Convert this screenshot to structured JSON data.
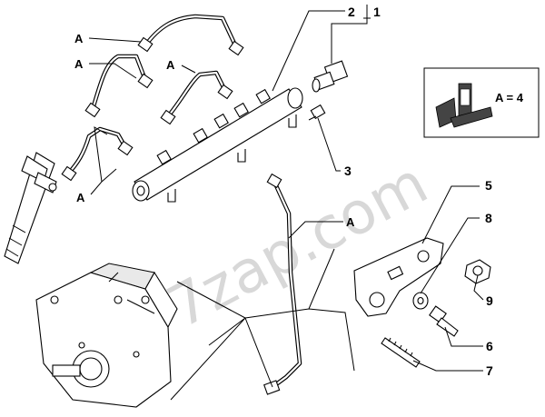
{
  "diagram": {
    "watermark": "7zap.com",
    "callouts": {
      "a1": "A",
      "a2": "A",
      "a3": "A",
      "a4": "A",
      "a5": "A",
      "n1": "1",
      "n2": "2",
      "n3": "3",
      "n5": "5",
      "n6": "6",
      "n7": "7",
      "n8": "8",
      "n9": "9"
    },
    "legend": {
      "text": "A = 4"
    }
  }
}
